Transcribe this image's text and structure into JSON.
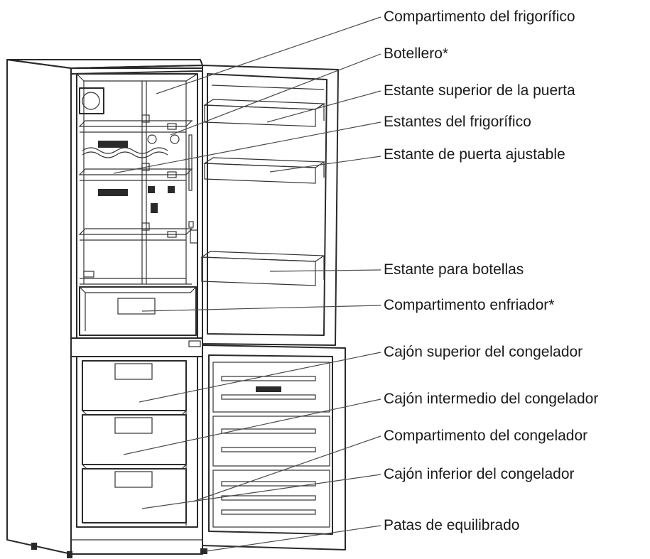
{
  "labels": [
    "Compartimento del frigorífico",
    "Botellero*",
    "Estante superior de la puerta",
    "Estantes del frigorífico",
    "Estante de puerta ajustable",
    "Estante para botellas",
    "Compartimento enfriador*",
    "Cajón superior del congelador",
    "Cajón intermedio del congelador",
    "Compartimento del congelador",
    "Cajón inferior del congelador",
    "Patas de equilibrado"
  ]
}
